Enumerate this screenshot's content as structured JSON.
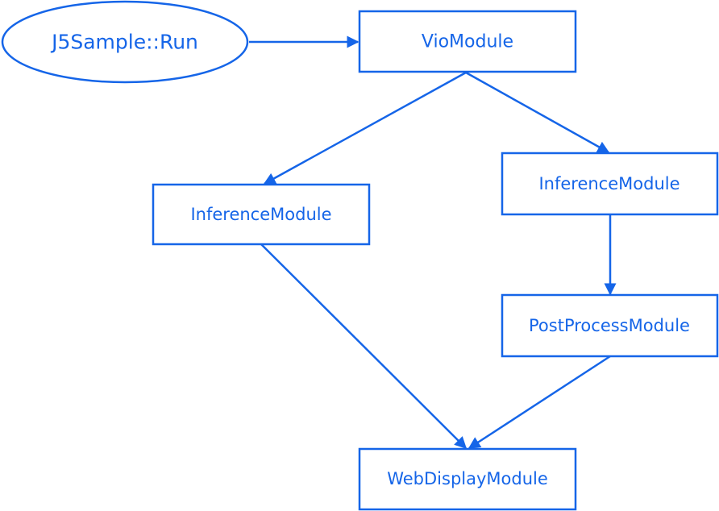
{
  "colors": {
    "stroke": "#1565e8",
    "text": "#1565e8",
    "background": "#ffffff"
  },
  "nodes": {
    "start": {
      "label": "J5Sample::Run",
      "shape": "ellipse"
    },
    "vio": {
      "label": "VioModule",
      "shape": "rect"
    },
    "inference_left": {
      "label": "InferenceModule",
      "shape": "rect"
    },
    "inference_right": {
      "label": "InferenceModule",
      "shape": "rect"
    },
    "postprocess": {
      "label": "PostProcessModule",
      "shape": "rect"
    },
    "webdisplay": {
      "label": "WebDisplayModule",
      "shape": "rect"
    }
  },
  "edges": [
    {
      "from": "start",
      "to": "vio"
    },
    {
      "from": "vio",
      "to": "inference_left"
    },
    {
      "from": "vio",
      "to": "inference_right"
    },
    {
      "from": "inference_right",
      "to": "postprocess"
    },
    {
      "from": "inference_left",
      "to": "webdisplay"
    },
    {
      "from": "postprocess",
      "to": "webdisplay"
    }
  ]
}
